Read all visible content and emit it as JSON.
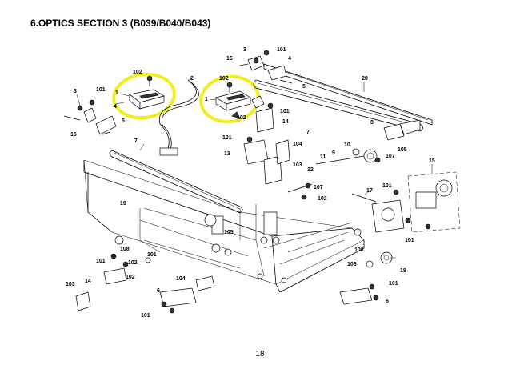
{
  "header": {
    "title": "6.OPTICS SECTION 3 (B039/B040/B043)"
  },
  "footer": {
    "page_number": "18"
  },
  "highlight_color": "#f2ee1d",
  "callouts": {
    "c1": "102",
    "c2": "1",
    "c3": "2",
    "c4": "102",
    "c5": "1",
    "c6": "102",
    "c7": "3",
    "c8": "101",
    "c9": "4",
    "c10": "5",
    "c11": "16",
    "c12": "7",
    "c13": "16",
    "c14": "3",
    "c15": "101",
    "c16": "4",
    "c17": "5",
    "c18": "20",
    "c19": "101",
    "c20": "14",
    "c21": "7",
    "c22": "8",
    "c23": "101",
    "c24": "13",
    "c25": "104",
    "c26": "103",
    "c27": "12",
    "c28": "11",
    "c29": "9",
    "c30": "10",
    "c31": "105",
    "c32": "107",
    "c33": "15",
    "c34": "17",
    "c35": "107",
    "c36": "102",
    "c37": "101",
    "c38": "19",
    "c39": "105",
    "c40": "101",
    "c41": "108",
    "c42": "102",
    "c43": "101",
    "c44": "102",
    "c45": "101",
    "c46": "14",
    "c47": "103",
    "c48": "104",
    "c49": "6",
    "c50": "101",
    "c51": "108",
    "c52": "106",
    "c53": "18",
    "c54": "101",
    "c55": "6"
  }
}
